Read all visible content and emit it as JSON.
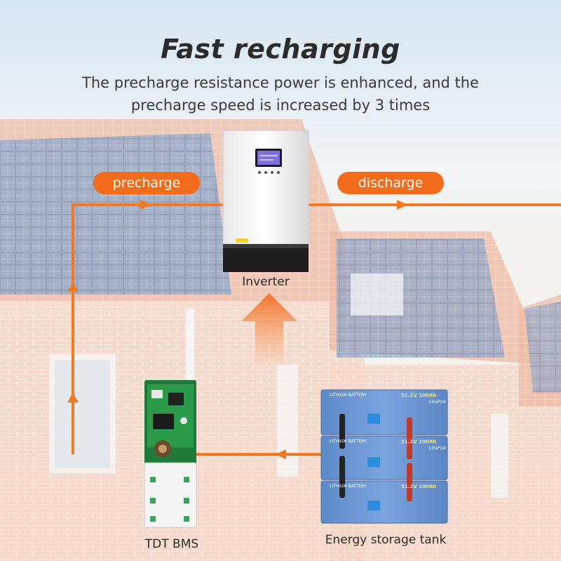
{
  "header": {
    "title": "Fast recharging",
    "subtitle": "The precharge resistance power is enhanced, and the precharge speed is increased by 3 times"
  },
  "flow": {
    "precharge_label": "precharge",
    "discharge_label": "discharge"
  },
  "components": {
    "inverter_label": "Inverter",
    "bms_label": "TDT BMS",
    "battery_label": "Energy storage tank",
    "battery_modules": [
      {
        "brand": "LITHIUM BATTERY",
        "rating": "51.2V 100Ah",
        "tag": "LiFePO4"
      },
      {
        "brand": "LITHIUM BATTERY",
        "rating": "51.2V 100Ah",
        "tag": "LiFePO4"
      },
      {
        "brand": "LITHIUM BATTERY",
        "rating": "51.2V 100Ah",
        "tag": ""
      }
    ]
  },
  "colors": {
    "accent": "#f36b1c",
    "flow_line": "#f07a22",
    "battery_blue": "#6f9bd6"
  }
}
